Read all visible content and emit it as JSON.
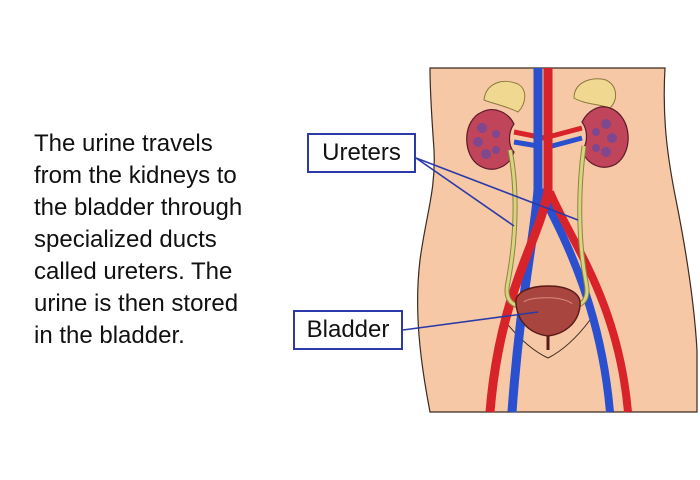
{
  "caption": {
    "lines": [
      "The urine travels",
      "from the kidneys to",
      "the bladder through",
      "specialized ducts",
      "called ureters. The",
      "urine is then stored",
      "in the bladder."
    ]
  },
  "labels": {
    "ureters": "Ureters",
    "bladder": "Bladder"
  },
  "colors": {
    "skin": "#f7c8a6",
    "skin_outline": "#3a2a22",
    "artery": "#d8232a",
    "vein": "#2a4fcf",
    "ureter": "#c9c46a",
    "kidney": "#c0445a",
    "adrenal": "#f0d890",
    "bladder": "#a8453e",
    "label_border": "#2b3aa8"
  }
}
